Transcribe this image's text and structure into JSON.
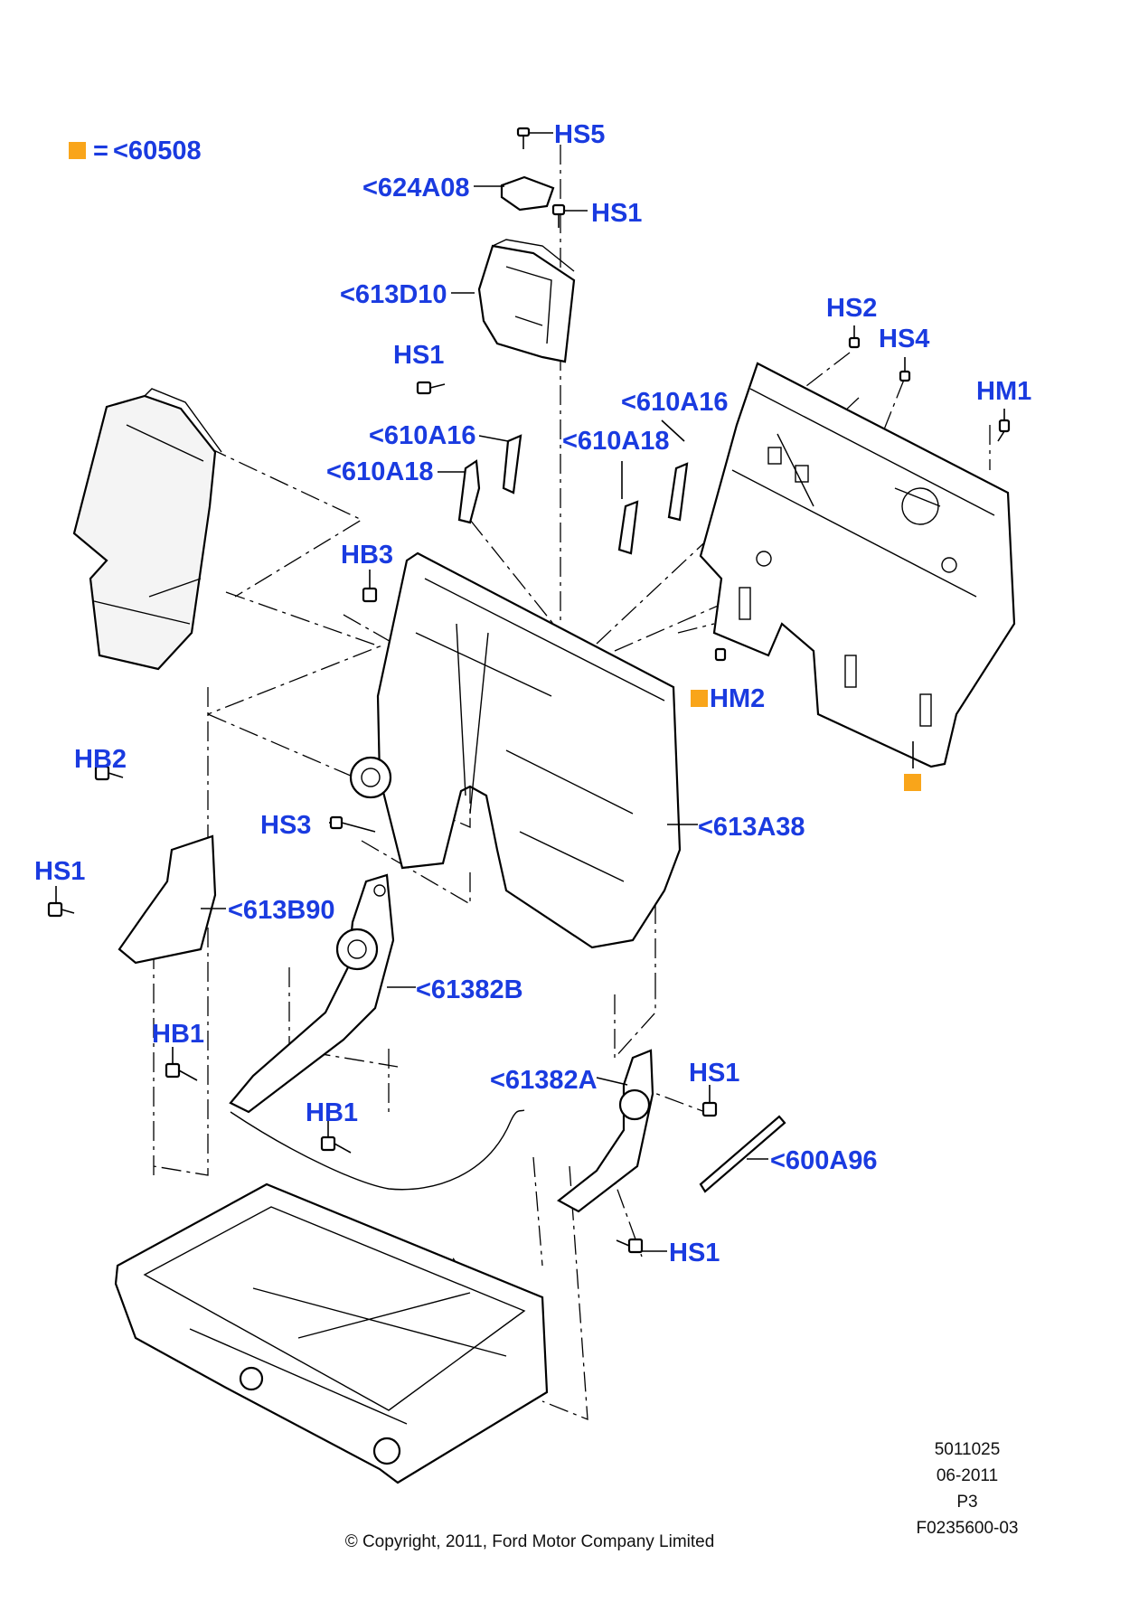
{
  "legend": {
    "marker_color": "#f9a51a",
    "equals": "=",
    "text": "<60508"
  },
  "labels": {
    "hs5": "HS5",
    "a624A08": "<624A08",
    "hs1_top": "HS1",
    "a613D10": "<613D10",
    "hs1_upper": "HS1",
    "hs2": "HS2",
    "hs4": "HS4",
    "hm1": "HM1",
    "a610A16_right": "<610A16",
    "a610A16_left": "<610A16",
    "a610A18_left": "<610A18",
    "a610A18_mid": "<610A18",
    "hb3": "HB3",
    "hm2": "HM2",
    "hb2": "HB2",
    "hs3": "HS3",
    "a613A38": "<613A38",
    "hs1_left": "HS1",
    "a613B90": "<613B90",
    "a61382B": "<61382B",
    "hb1_left": "HB1",
    "a61382A": "<61382A",
    "hs1_right": "HS1",
    "hb1_mid": "HB1",
    "a600A96": "<600A96",
    "hs1_bottom": "HS1"
  },
  "footer": {
    "code": "5011025",
    "date": "06-2011",
    "page": "P3",
    "ref": "F0235600-03",
    "copyright": "© Copyright, 2011, Ford Motor Company Limited"
  }
}
